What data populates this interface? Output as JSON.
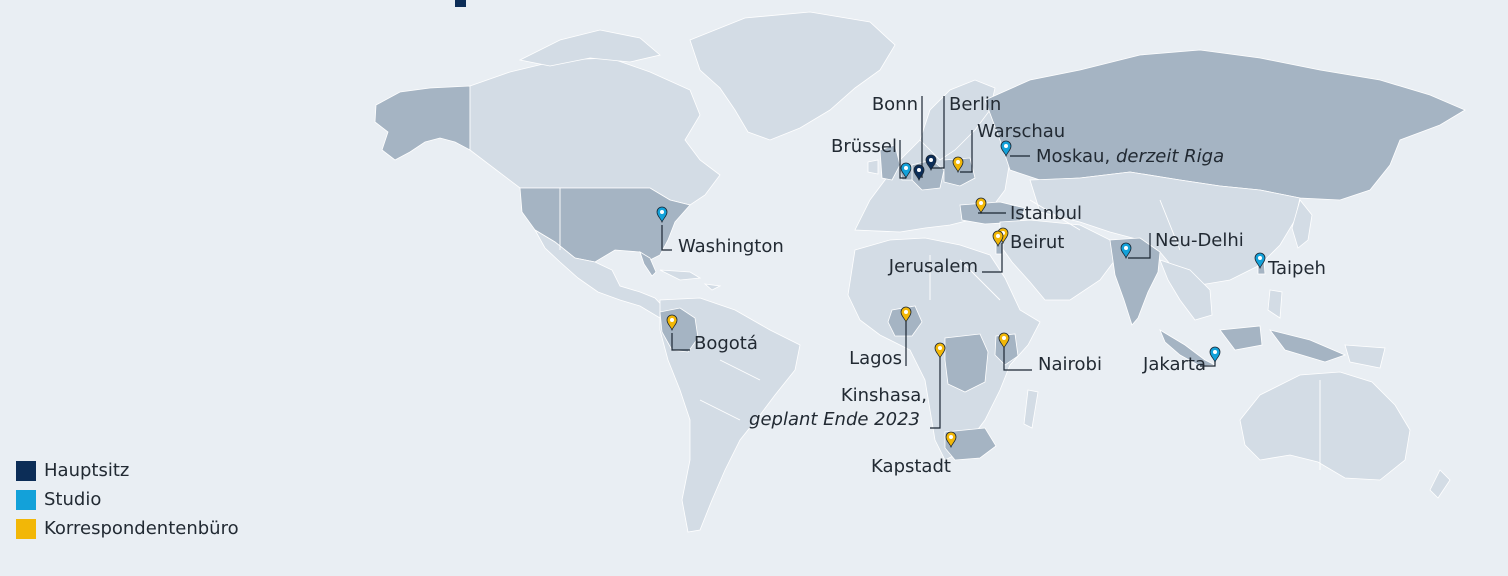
{
  "colors": {
    "hauptsitz": "#0c2d57",
    "studio": "#13a1d9",
    "korrespondentenbuero": "#f2b707",
    "land": "#d3dce5",
    "land_highlight": "#a5b4c3",
    "water": "#e9eef3"
  },
  "legend": [
    {
      "label": "Hauptsitz",
      "color": "#0c2d57"
    },
    {
      "label": "Studio",
      "color": "#13a1d9"
    },
    {
      "label": "Korrespondentenbüro",
      "color": "#f2b707"
    }
  ],
  "locations": {
    "bonn": {
      "name": "Bonn",
      "type": "hauptsitz"
    },
    "berlin": {
      "name": "Berlin",
      "type": "hauptsitz"
    },
    "bruessel": {
      "name": "Brüssel",
      "type": "studio"
    },
    "warschau": {
      "name": "Warschau",
      "type": "korrespondentenbuero"
    },
    "moskau": {
      "name": "Moskau,",
      "note": "derzeit Riga",
      "type": "studio"
    },
    "washington": {
      "name": "Washington",
      "type": "studio"
    },
    "istanbul": {
      "name": "Istanbul",
      "type": "korrespondentenbuero"
    },
    "beirut": {
      "name": "Beirut",
      "type": "korrespondentenbuero"
    },
    "jerusalem": {
      "name": "Jerusalem",
      "type": "korrespondentenbuero"
    },
    "neu_delhi": {
      "name": "Neu-Delhi",
      "type": "studio"
    },
    "taipeh": {
      "name": "Taipeh",
      "type": "studio"
    },
    "bogota": {
      "name": "Bogotá",
      "type": "korrespondentenbuero"
    },
    "lagos": {
      "name": "Lagos",
      "type": "korrespondentenbuero"
    },
    "nairobi": {
      "name": "Nairobi",
      "type": "korrespondentenbuero"
    },
    "jakarta": {
      "name": "Jakarta",
      "type": "studio"
    },
    "kinshasa": {
      "name": "Kinshasa,",
      "note": "geplant Ende 2023",
      "type": "korrespondentenbuero"
    },
    "kapstadt": {
      "name": "Kapstadt",
      "type": "korrespondentenbuero"
    }
  }
}
